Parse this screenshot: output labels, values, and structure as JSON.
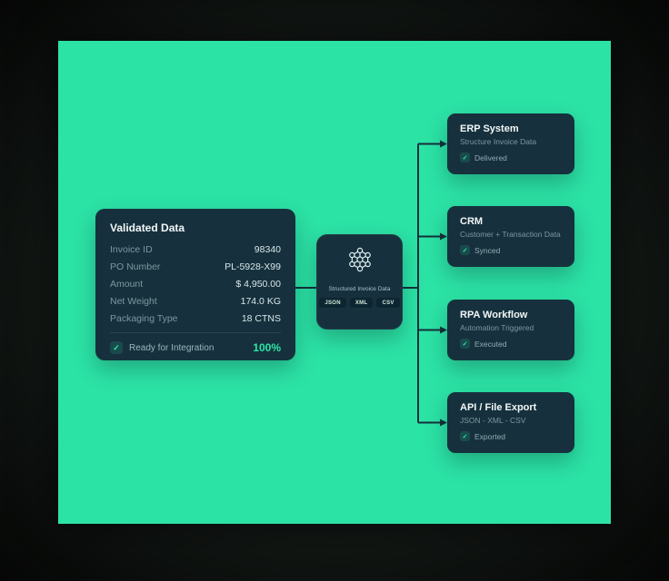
{
  "colors": {
    "background_green": "#2CE3A6",
    "frame_dark": "#0D110F",
    "card_bg": "#16313D",
    "accent_green": "#2EE6A7"
  },
  "icons": {
    "check": "✓",
    "hub": "network-hexagon-icon"
  },
  "validated_card": {
    "title": "Validated Data",
    "rows": [
      {
        "label": "Invoice ID",
        "value": "98340"
      },
      {
        "label": "PO Number",
        "value": "PL-5928-X99"
      },
      {
        "label": "Amount",
        "value": "$ 4,950.00"
      },
      {
        "label": "Net Weight",
        "value": "174.0 KG"
      },
      {
        "label": "Packaging Type",
        "value": "18 CTNS"
      }
    ],
    "footer": {
      "check_label": "Ready for Integration",
      "percent": "100%"
    }
  },
  "hub": {
    "label": "Structured Invoice Data",
    "formats": [
      "JSON",
      "XML",
      "CSV"
    ]
  },
  "targets": [
    {
      "title": "ERP System",
      "subtitle": "Structure Invoice Data",
      "status": "Delivered"
    },
    {
      "title": "CRM",
      "subtitle": "Customer + Transaction Data",
      "status": "Synced"
    },
    {
      "title": "RPA Workflow",
      "subtitle": "Automation Triggered",
      "status": "Executed"
    },
    {
      "title": "API / File Export",
      "subtitle": "JSON - XML - CSV",
      "status": "Exported"
    }
  ]
}
